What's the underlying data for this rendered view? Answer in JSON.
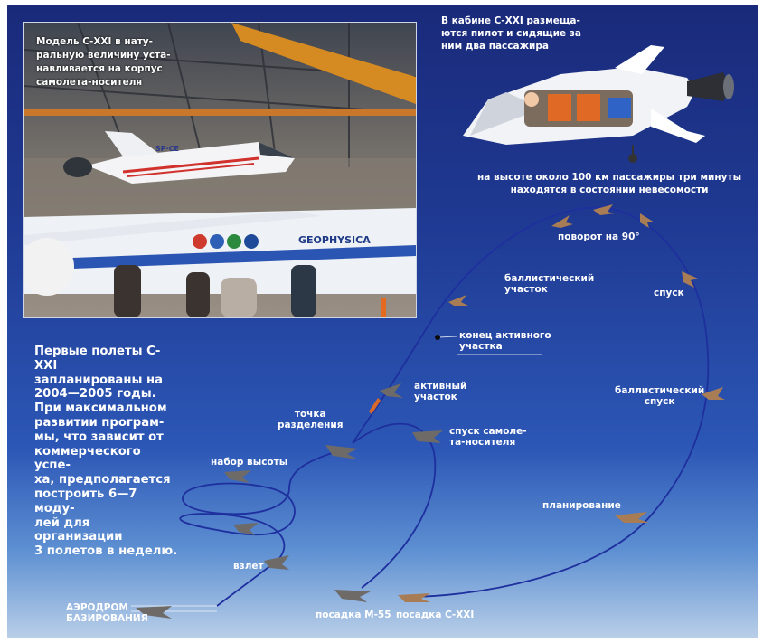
{
  "photo": {
    "caption": "Модель С-XXI в нату-\nральную величину уста-\nнавливается на корпус\nсамолета-носителя",
    "fuselage_text": "GEOPHYSICA",
    "model_mark": "SP·CE"
  },
  "cabin": {
    "caption": "В кабине С-XXI размеща-\nются пилот и сидящие за\nним два пассажира",
    "weightless_caption": "на высоте около 100 км пассажиры три минуты\nнаходятся в состоянии невесомости"
  },
  "intro_text": "Первые полеты С-XXI\nзапланированы на\n2004—2005 годы.\nПри максимальном\nразвитии програм-\nмы, что зависит от\nкоммерческого успе-\nха, предполагается\nпостроить 6—7 моду-\nлей для организации\n3 полетов в неделю.",
  "trajectory": {
    "turn_90": "поворот на 90°",
    "ballistic_section": "баллистический\nучасток",
    "descent": "спуск",
    "end_active": "конец активного\nучастка",
    "active_section": "активный\nучасток",
    "ballistic_descent": "баллистический\nспуск",
    "separation_point": "точка\nразделения",
    "carrier_descent": "спуск самоле-\nта-носителя",
    "climb": "набор высоты",
    "gliding": "планирование",
    "takeoff": "взлет",
    "airfield": "АЭРОДРОМ\nБАЗИРОВАНИЯ",
    "landing_m55": "посадка М-55",
    "landing_c21": "посадка С-XXI"
  },
  "colors": {
    "background_top": "#1a2a7a",
    "background_bottom": "#b9cfe8",
    "trajectory": "#1e2f9e",
    "text": "#ffffff"
  }
}
